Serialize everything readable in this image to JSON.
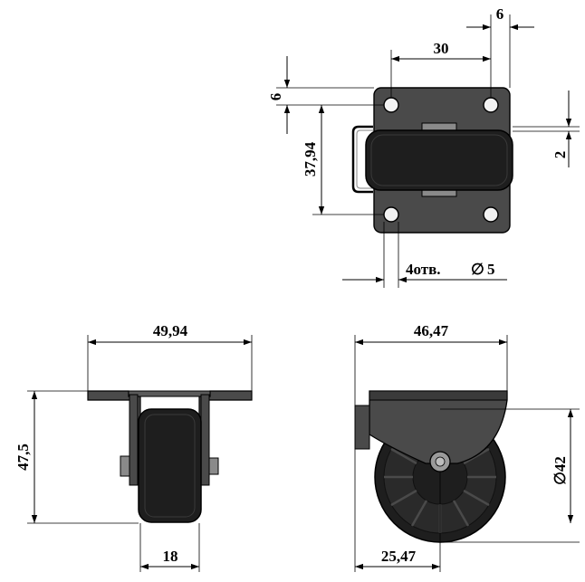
{
  "colors": {
    "plate": "#4a4a4a",
    "plate_dark": "#2f2f2f",
    "wheel": "#1e1e1e",
    "wheel_rim": "#111111",
    "hole": "#f2f2f2",
    "line": "#000000",
    "background": "#ffffff"
  },
  "top_view": {
    "dim_top_offset": "6",
    "dim_hole_spacing_x": "30",
    "dim_edge_offset_y": "6",
    "dim_hole_spacing_y": "37,94",
    "dim_bracket_gap": "2",
    "dim_holes_label": "4отв.",
    "diameter_symbol": "∅",
    "dim_hole_diameter": "5"
  },
  "front_view": {
    "dim_overall_width": "49,94",
    "dim_overall_height": "47,5",
    "dim_wheel_width": "18"
  },
  "side_view": {
    "dim_overall_length": "46,47",
    "dim_wheel_diameter": "∅42",
    "dim_axle_offset": "25,47"
  }
}
